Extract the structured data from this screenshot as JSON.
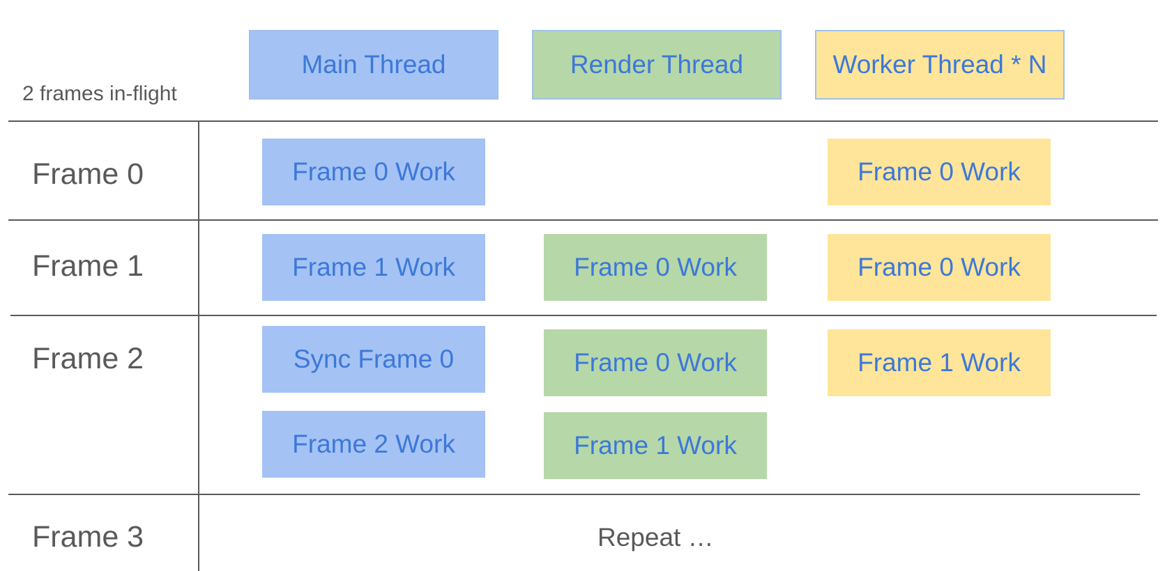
{
  "colors": {
    "main": "#a4c2f4",
    "render": "#b6d7a8",
    "worker": "#ffe599",
    "box_text": "#3c78d8",
    "label_text": "#595959",
    "line": "#595959"
  },
  "header": {
    "caption": "2 frames in-flight",
    "threads": [
      {
        "label": "Main Thread",
        "kind": "main"
      },
      {
        "label": "Render Thread",
        "kind": "render"
      },
      {
        "label": "Worker Thread * N",
        "kind": "worker"
      }
    ]
  },
  "rows": [
    {
      "label": "Frame 0"
    },
    {
      "label": "Frame 1"
    },
    {
      "label": "Frame 2"
    },
    {
      "label": "Frame 3"
    }
  ],
  "cells": {
    "frame0_main": "Frame 0 Work",
    "frame0_worker": "Frame 0 Work",
    "frame1_main": "Frame 1 Work",
    "frame1_render": "Frame 0 Work",
    "frame1_worker": "Frame 0 Work",
    "frame2_main_sync": "Sync Frame 0",
    "frame2_main_work": "Frame 2 Work",
    "frame2_render_a": "Frame 0 Work",
    "frame2_render_b": "Frame 1 Work",
    "frame2_worker": "Frame 1 Work",
    "frame3_repeat": "Repeat …"
  }
}
